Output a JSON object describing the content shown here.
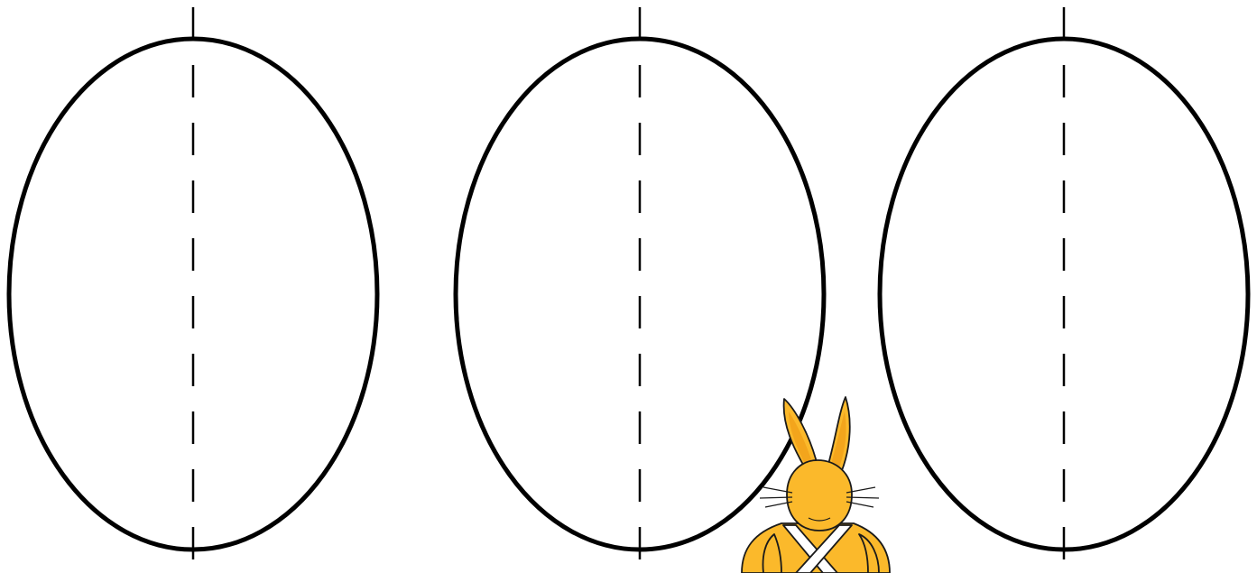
{
  "page": {
    "background": "#ffffff",
    "line_color": "#000000"
  },
  "eggs": [
    {
      "id": "egg-left",
      "fill": "#ffffff"
    },
    {
      "id": "egg-middle",
      "fill": "#ffffff"
    },
    {
      "id": "egg-right",
      "fill": "#ffffff"
    }
  ],
  "mascot": {
    "icon": "rabbit-icon",
    "body_color": "#fbb92b",
    "outline_color": "#1a1a1a",
    "strap_color": "#ffffff"
  }
}
